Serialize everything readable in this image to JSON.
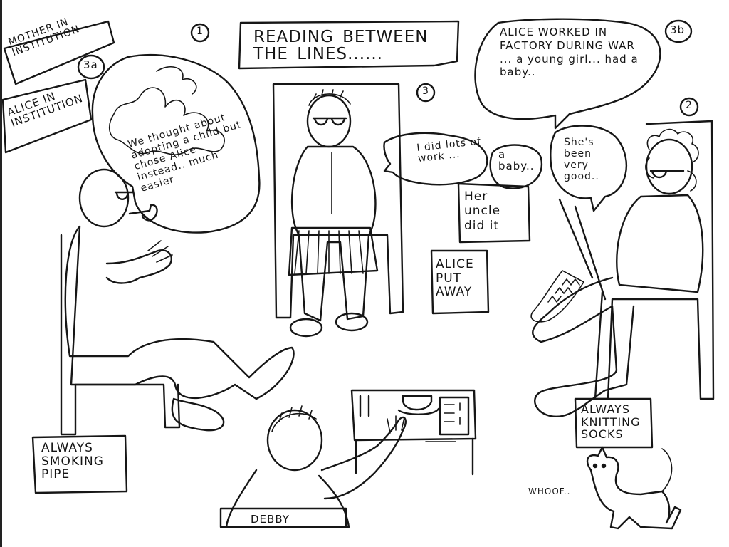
{
  "title": "READING BETWEEN THE LINES......",
  "panels": {
    "mother_label": "MOTHER IN INSTITUTION",
    "alice_label": "ALICE IN INSTITUTION",
    "marker_1": "1",
    "marker_2": "2",
    "marker_3": "3",
    "marker_3a": "3a",
    "marker_3b": "3b"
  },
  "bubbles": {
    "father": "We thought about adopting a child but chose Alice instead.. much easier",
    "mother_daughter": "I did lots of work ...",
    "knitter": "She's been very good..",
    "alice_worked": "ALICE WORKED IN FACTORY DURING WAR ... a young girl... had a baby..",
    "a_baby": "a baby..",
    "uncle": "Her uncle did it",
    "put_away": "ALICE PUT AWAY"
  },
  "captions": {
    "pipe": "ALWAYS SMOKING PIPE",
    "socks": "ALWAYS KNITTING SOCKS",
    "debby": "DEBBY",
    "whoof": "WHOOF.."
  }
}
